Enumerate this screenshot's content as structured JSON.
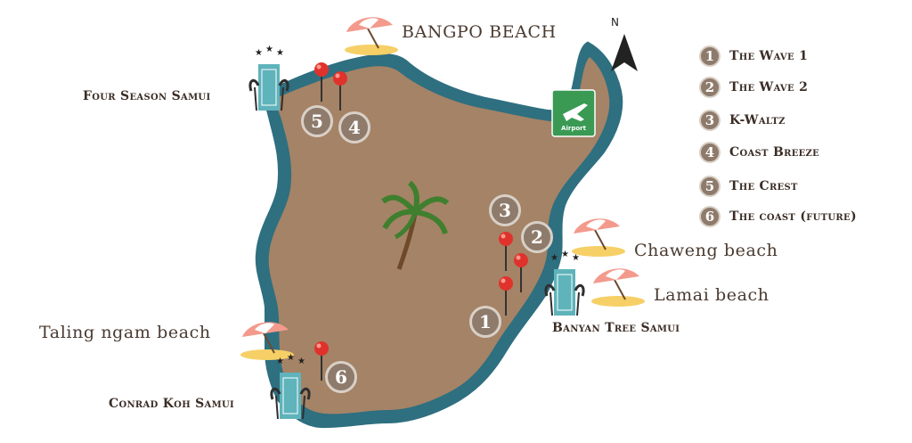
{
  "compass": {
    "letter": "N",
    "icon": "north-arrow-icon"
  },
  "colors": {
    "land": "#a58366",
    "coast": "#2e6f80",
    "marker": "#8e7b6c",
    "pin": "#e0322d",
    "airport_sign": "#3a9a54"
  },
  "beaches": [
    {
      "name": "BANGPO BEACH"
    },
    {
      "name": "Chaweng beach"
    },
    {
      "name": "Lamai beach"
    },
    {
      "name": "Taling ngam beach"
    }
  ],
  "hotels": [
    {
      "name": "Four Season Samui"
    },
    {
      "name": "Banyan Tree  Samui"
    },
    {
      "name": "Conrad Koh Samui"
    }
  ],
  "airport": {
    "label": "Airport",
    "icon": "airplane-icon"
  },
  "map_markers": [
    {
      "number": "1"
    },
    {
      "number": "2"
    },
    {
      "number": "3"
    },
    {
      "number": "4"
    },
    {
      "number": "5"
    },
    {
      "number": "6"
    }
  ],
  "legend": [
    {
      "number": "1",
      "label": "The Wave 1"
    },
    {
      "number": "2",
      "label": "The Wave 2"
    },
    {
      "number": "3",
      "label": "K-Waltz"
    },
    {
      "number": "4",
      "label": "Coast Breeze"
    },
    {
      "number": "5",
      "label": "The Crest"
    },
    {
      "number": "6",
      "label": "The coast (future)"
    }
  ]
}
